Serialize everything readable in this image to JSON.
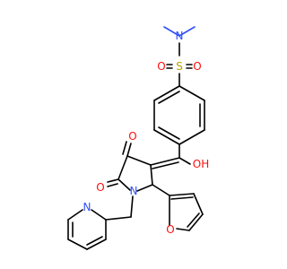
{
  "colors": {
    "bond": "#000000",
    "O": "#ff0d0d",
    "N": "#3050f8",
    "S": "#b8a000"
  },
  "atoms": {
    "n_sulfonamide": "N",
    "me1": "",
    "me2": "",
    "s": "S",
    "o_s1": "O",
    "o_s2": "O",
    "o_ketone": "O",
    "oh": "OH",
    "o_amide": "O",
    "n_ring": "N",
    "o_furan": "O",
    "n_pyridine": "N"
  }
}
